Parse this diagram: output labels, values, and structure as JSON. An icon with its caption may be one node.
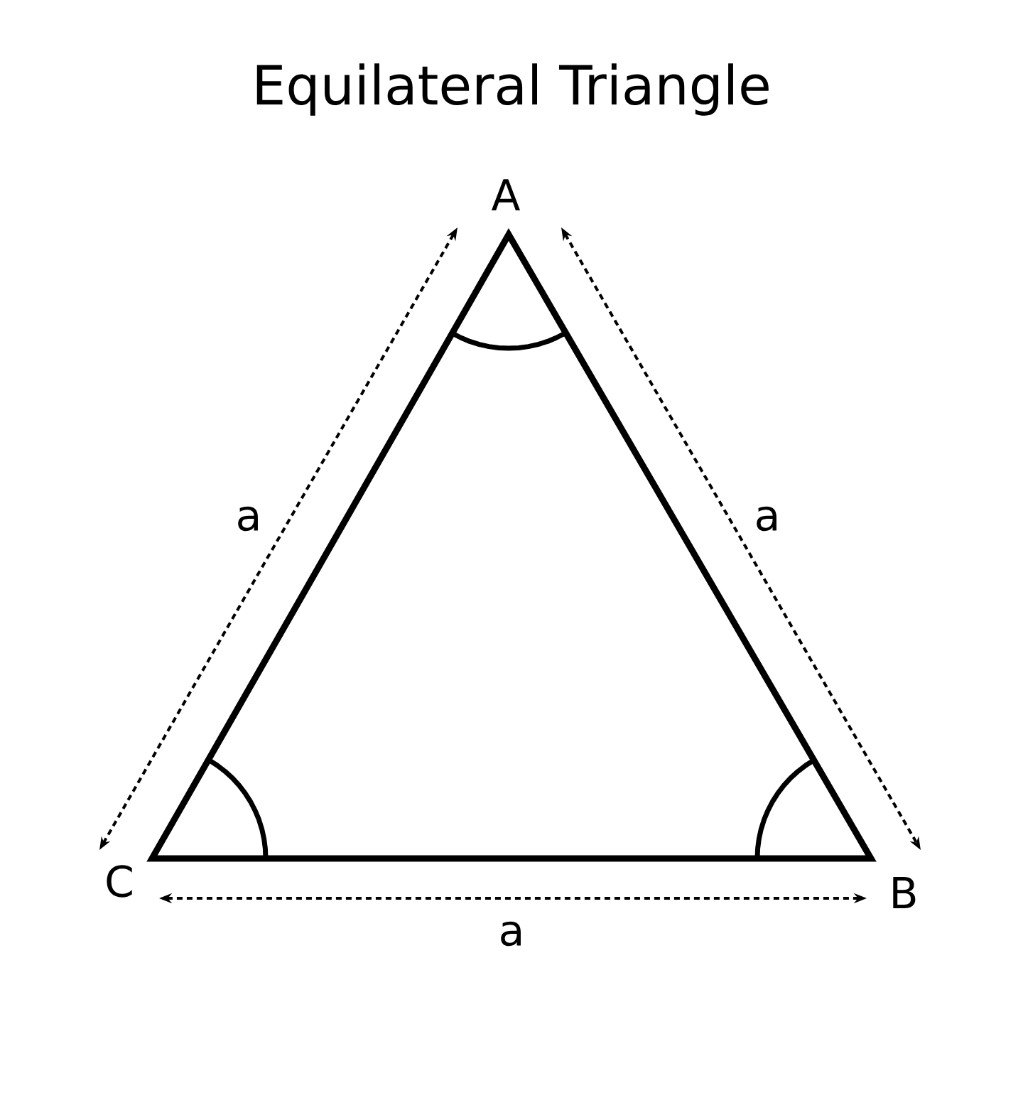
{
  "diagram": {
    "title": "Equilateral Triangle",
    "labels": [
      "A",
      "a",
      "a",
      "C",
      "B",
      "a"
    ]
  }
}
